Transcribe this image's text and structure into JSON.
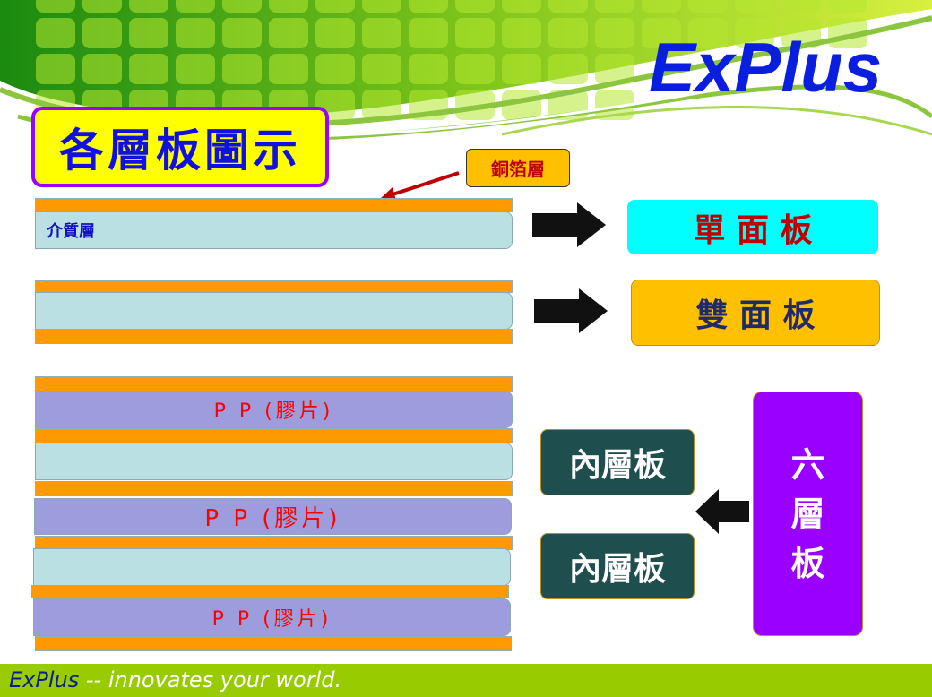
{
  "brand": {
    "logo": "ExPlus",
    "footer_brand": "ExPlus",
    "footer_tagline": " -- innovates your world."
  },
  "title": "各層板圖示",
  "copper_label": "銅箔層",
  "dielectric_label": "介質層",
  "pp_label": "P P (膠片)",
  "single_sided": "單 面 板",
  "double_sided": "雙 面 板",
  "inner_board_1": "內層板",
  "inner_board_2": "內層板",
  "six_layer": "六\n層\n板",
  "colors": {
    "copper": "#FF9900",
    "dielectric": "#BBE0E3",
    "pp": "#9D9DDD",
    "single": "#00FFFF",
    "double": "#FFC000",
    "inner": "#1F4E4F",
    "six": "#9900FF",
    "footer": "#99CC00",
    "title_bg": "#FFFF00"
  }
}
